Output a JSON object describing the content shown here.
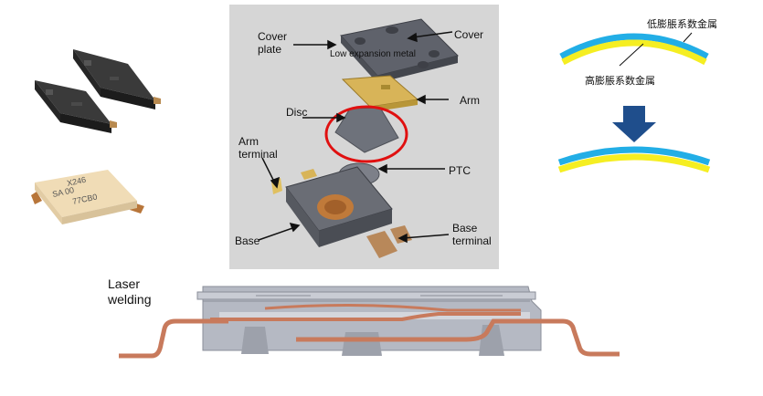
{
  "exploded": {
    "cover_plate": "Cover\nplate",
    "cover": "Cover",
    "cover_text": "Low expansion metal",
    "arm": "Arm",
    "disc": "Disc",
    "arm_terminal": "Arm\nterminal",
    "ptc": "PTC",
    "base": "Base",
    "base_terminal": "Base\nterminal"
  },
  "bimetal": {
    "low_expansion": "低膨脹系数金属",
    "high_expansion": "高膨脹系数金属",
    "colors": {
      "low": "#22aee6",
      "high": "#f5ee22",
      "arrow": "#1f4e8c"
    }
  },
  "cross_section": {
    "laser_welding": "Laser\nwelding",
    "colors": {
      "housing": "#b5b9c3",
      "metal": "#c87a5c"
    }
  }
}
